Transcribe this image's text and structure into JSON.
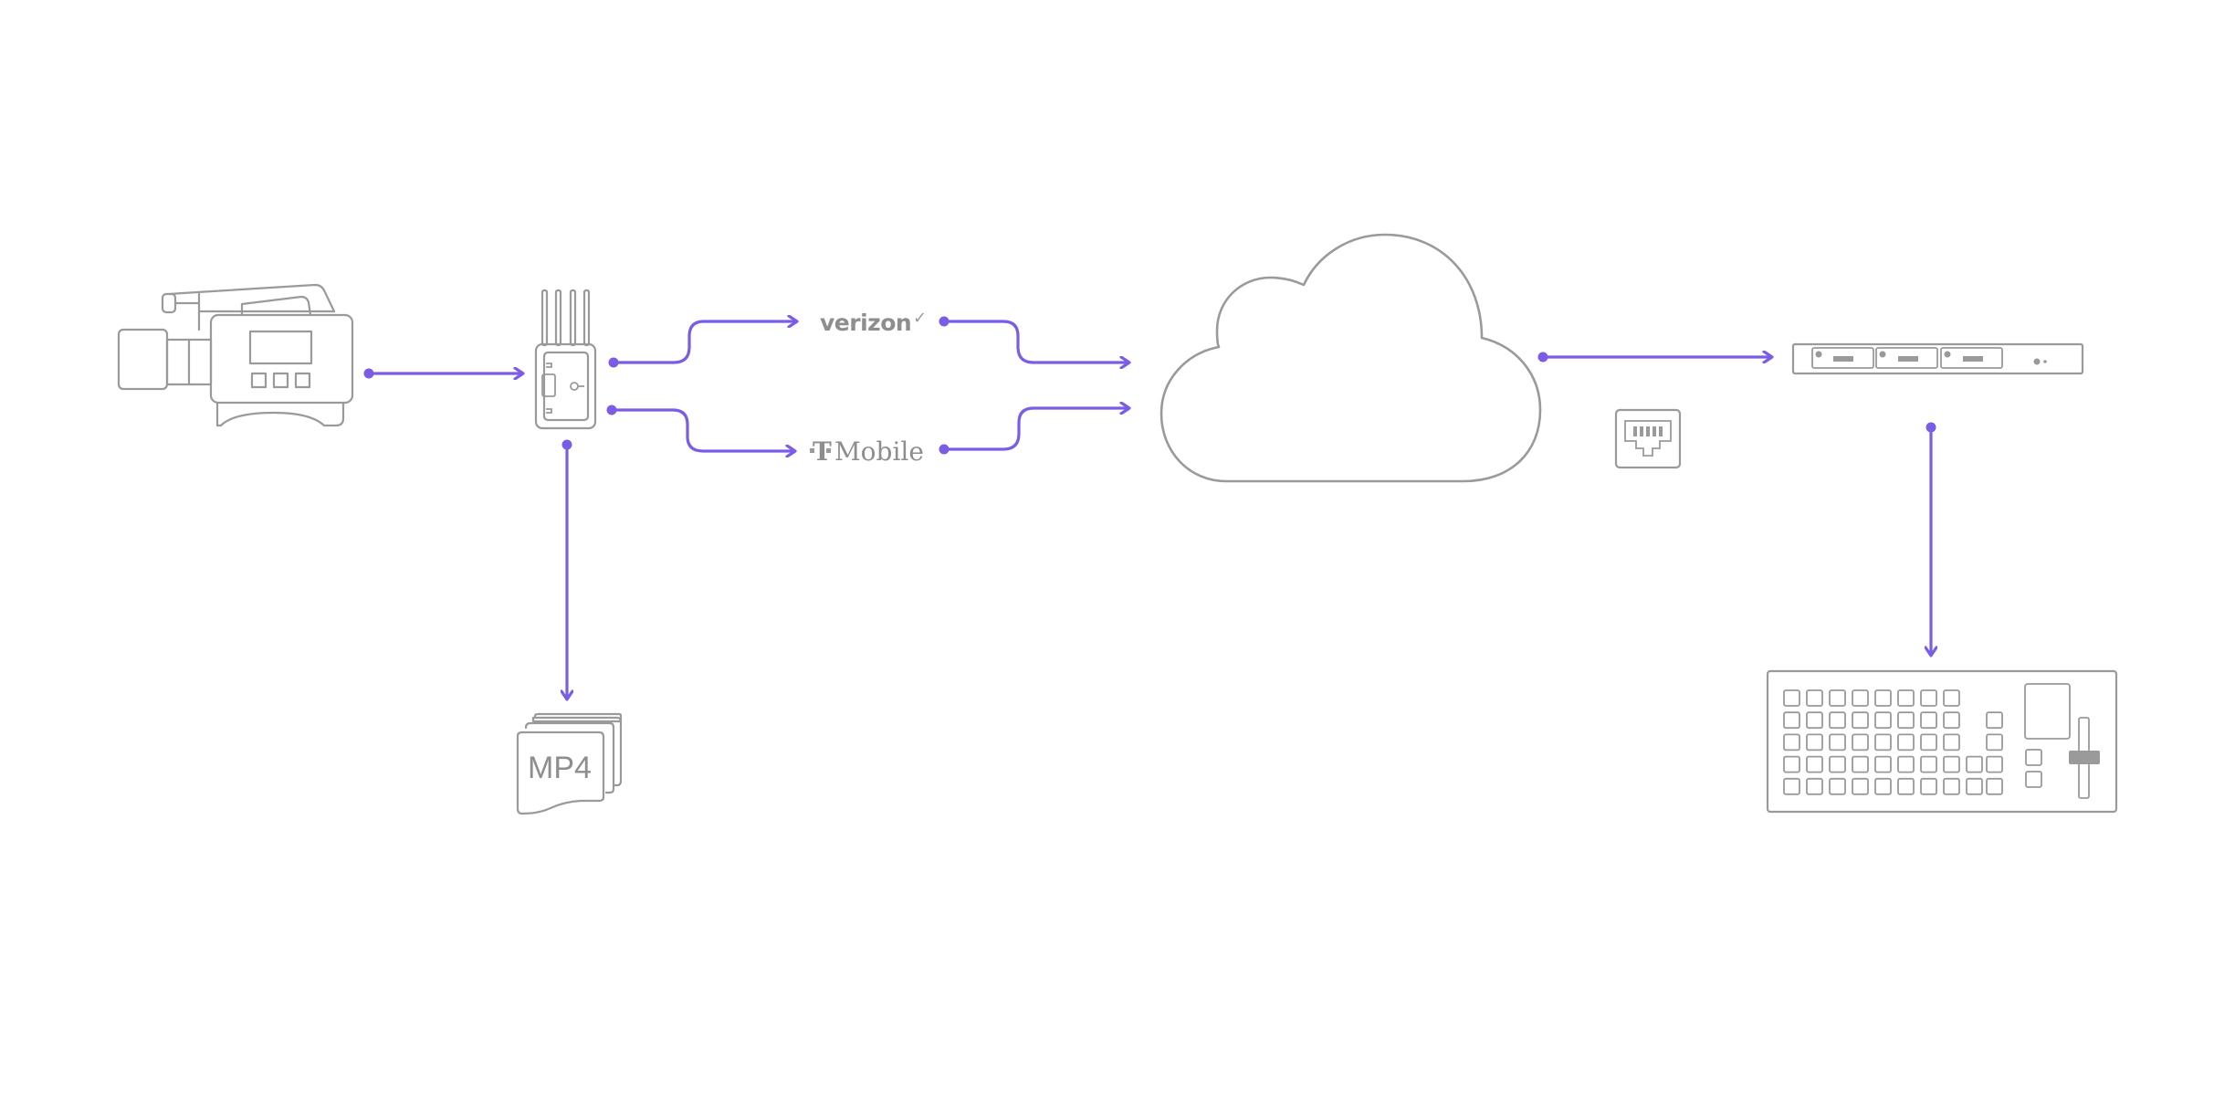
{
  "diagram": {
    "carriers": {
      "verizon": "verizon",
      "verizon_mark": "✓",
      "tmobile_t": "T",
      "tmobile": "Mobile"
    },
    "recording_format": "MP4"
  },
  "colors": {
    "flow_arrow": "#7a5ce6",
    "device_outline": "#9a9a9a",
    "background": "#ffffff"
  },
  "icons": {
    "camera": "video-camera-icon",
    "transmitter": "cellular-bonding-transmitter-icon",
    "cloud": "cloud-icon",
    "ethernet": "ethernet-port-icon",
    "receiver": "rack-receiver-icon",
    "switcher": "production-switcher-icon",
    "recording": "mp4-files-icon"
  }
}
